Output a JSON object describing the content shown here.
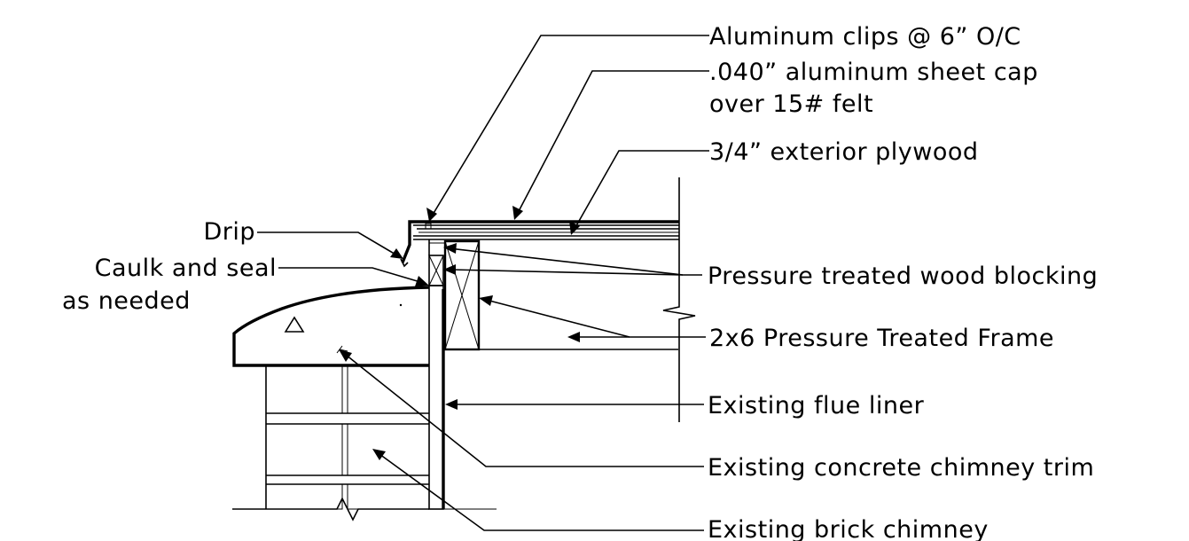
{
  "labels": {
    "aluminum_clips": "Aluminum clips @ 6” O/C",
    "sheet_cap_line1": ".040” aluminum sheet cap",
    "sheet_cap_line2": "over 15# felt",
    "plywood": "3/4” exterior plywood",
    "drip": "Drip",
    "caulk_line1": "Caulk and seal",
    "caulk_line2": "as needed",
    "blocking": "Pressure treated wood blocking",
    "frame": "2x6 Pressure Treated Frame",
    "flue_liner": "Existing flue liner",
    "chimney_trim": "Existing concrete chimney trim",
    "brick_chimney": "Existing brick chimney"
  }
}
